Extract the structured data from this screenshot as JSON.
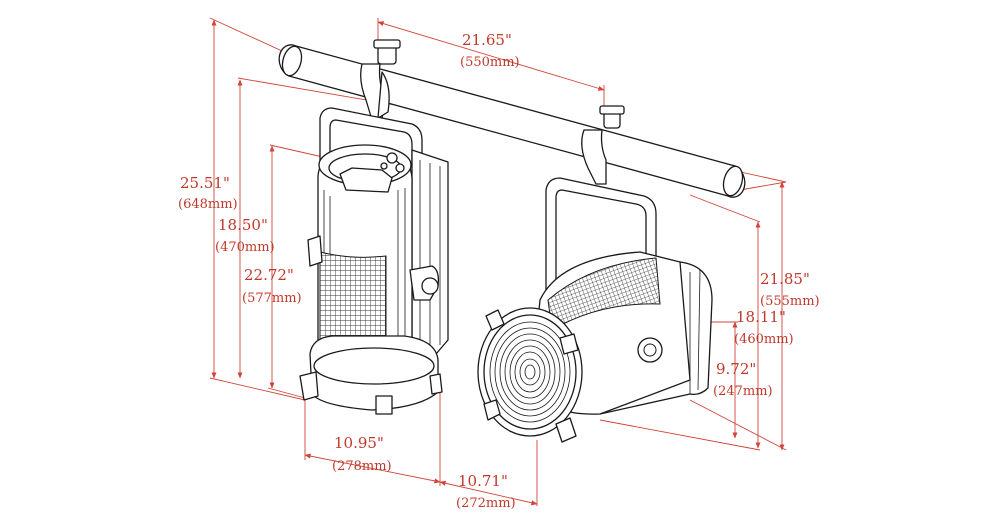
{
  "dimensions": {
    "bar_span": {
      "inch": "21.65\"",
      "mm": "(550mm)"
    },
    "left_total_height": {
      "inch": "25.51\"",
      "mm": "(648mm)"
    },
    "left_mid_height": {
      "inch": "18.50\"",
      "mm": "(470mm)"
    },
    "left_body_height": {
      "inch": "22.72\"",
      "mm": "(577mm)"
    },
    "left_width": {
      "inch": "10.95\"",
      "mm": "(278mm)"
    },
    "left_depth": {
      "inch": "10.71\"",
      "mm": "(272mm)"
    },
    "right_total_height": {
      "inch": "21.85\"",
      "mm": "(555mm)"
    },
    "right_mid_height": {
      "inch": "18.11\"",
      "mm": "(460mm)"
    },
    "right_low_height": {
      "inch": "9.72\"",
      "mm": "(247mm)"
    }
  },
  "colors": {
    "dimension": "#c0392b",
    "ink": "#1a1a1a",
    "background": "#ffffff"
  }
}
